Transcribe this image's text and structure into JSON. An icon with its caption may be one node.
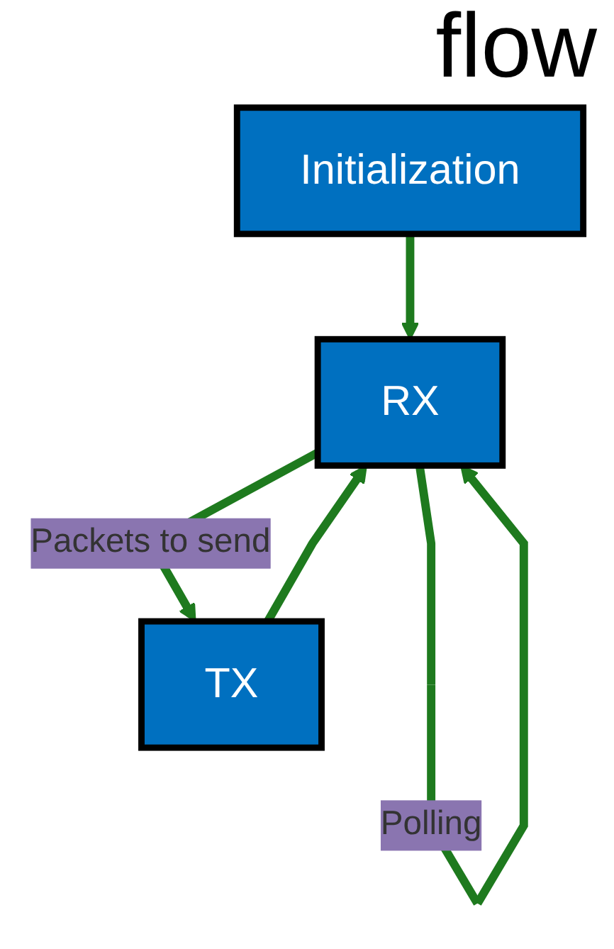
{
  "diagram": {
    "title": "flow",
    "nodes": [
      {
        "text": [
          "Initialization"
        ]
      },
      {
        "text": [
          "RX"
        ]
      },
      {
        "text": [
          "TX"
        ]
      }
    ],
    "edges": [
      {
        "from": 0,
        "to": 1,
        "arrow": "to"
      },
      {
        "from": 1,
        "to": 1,
        "label": "Polling",
        "arrow": "to"
      },
      {
        "from": 1,
        "to": 2,
        "label": "Packets to send",
        "arrow": "to"
      },
      {
        "from": 2,
        "to": 1,
        "arrow": "to"
      }
    ]
  }
}
